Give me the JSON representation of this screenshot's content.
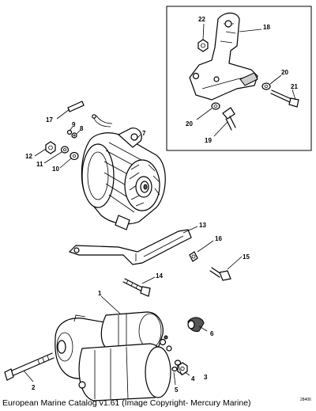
{
  "caption": "European Marine Catalog v1.61 (Image Copyright- Mercury Marine)",
  "drawing_ref": "28406",
  "callouts": {
    "c1": "1",
    "c2": "2",
    "c3": "3",
    "c4": "4",
    "c5": "5",
    "c6": "6",
    "c7": "7",
    "c8": "8",
    "c9": "9",
    "c10": "10",
    "c11": "11",
    "c12": "12",
    "c13": "13",
    "c14": "14",
    "c15": "15",
    "c16": "16",
    "c17": "17",
    "c18": "18",
    "c19": "19",
    "c20a": "20",
    "c20b": "20",
    "c21": "21",
    "c22": "22"
  }
}
